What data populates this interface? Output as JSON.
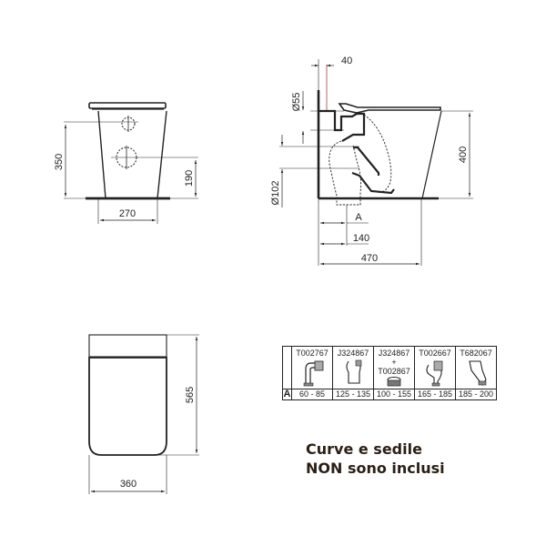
{
  "front_view": {
    "dims": {
      "height_total": "350",
      "height_outlet": "190",
      "width_base": "270"
    }
  },
  "side_view": {
    "dims": {
      "wall_offset": "40",
      "pipe_diameter_small": "Ø55",
      "pipe_diameter_large": "Ø102",
      "height": "400",
      "A_label": "A",
      "outlet_distance": "140",
      "depth_total": "470"
    }
  },
  "top_view": {
    "dims": {
      "length": "565",
      "width": "360"
    }
  },
  "connector_table": {
    "row_label": "A",
    "columns": [
      {
        "code": "T002767",
        "code2": "",
        "range": "60 - 85",
        "icon": "elbow-pipe-icon"
      },
      {
        "code": "J324867",
        "code2": "",
        "range": "125 - 135",
        "icon": "offset-pipe-icon"
      },
      {
        "code": "J324867",
        "plus": "+",
        "code2": "T002867",
        "range": "100 - 155",
        "icon": "ring-connector-icon"
      },
      {
        "code": "T002667",
        "code2": "",
        "range": "165 - 185",
        "icon": "s-trap-pipe-icon"
      },
      {
        "code": "T682067",
        "code2": "",
        "range": "185 - 200",
        "icon": "angled-pipe-icon"
      }
    ]
  },
  "note": {
    "line1": "Curve e sedile",
    "line2": "NON sono inclusi"
  },
  "colors": {
    "line": "#222222",
    "note_text": "#2a1f14",
    "background": "#ffffff"
  }
}
